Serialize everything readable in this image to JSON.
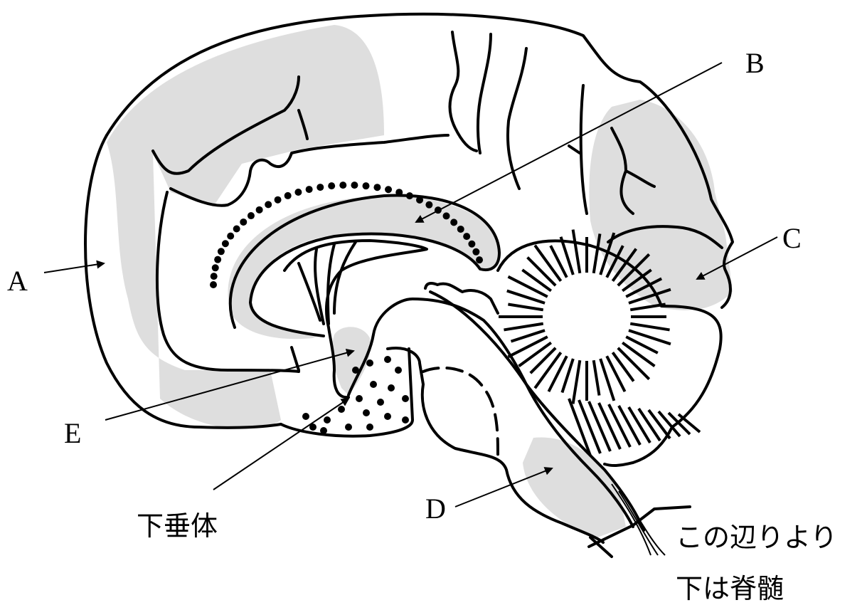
{
  "labels": {
    "a": "A",
    "b": "B",
    "c": "C",
    "d": "D",
    "e": "E",
    "pituitary": "下垂体",
    "spinal_line1": "この辺りより",
    "spinal_line2": "下は脊髄"
  },
  "colors": {
    "shade": "#dedede",
    "stroke": "#000000"
  }
}
